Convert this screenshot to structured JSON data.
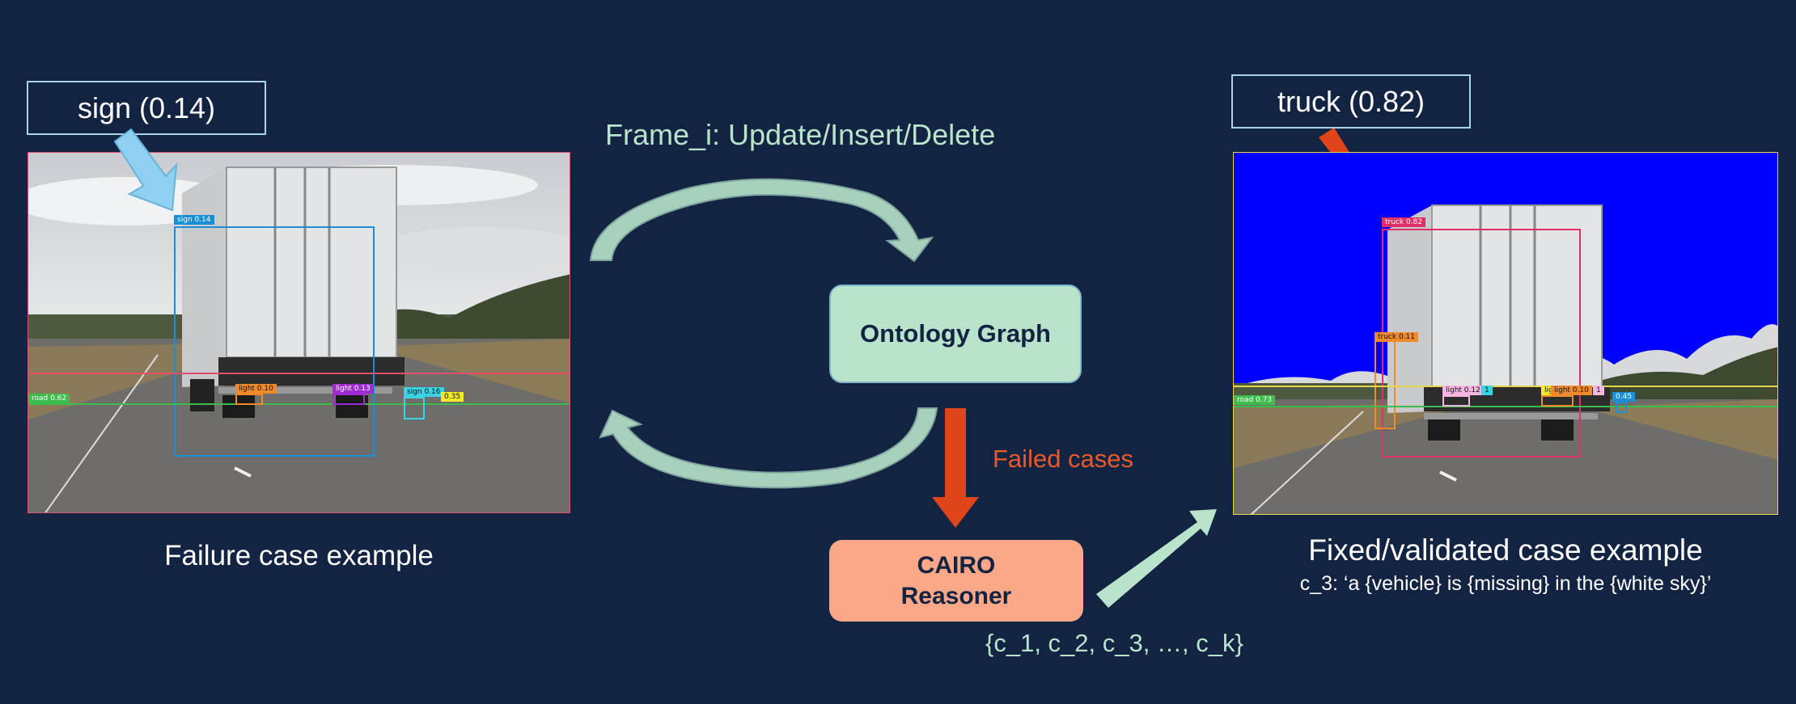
{
  "left_panel": {
    "callout": "sign (0.14)",
    "caption": "Failure case example",
    "detections": {
      "sign_main": "sign  0.14",
      "road": "road  0.62",
      "light_a": "light  0.10",
      "light_b": "light  0.13",
      "sign_b": "sign  0.16",
      "misc": "0.35"
    }
  },
  "center": {
    "frame_label": "Frame_i: Update/Insert/Delete",
    "ontology_node": "Ontology Graph",
    "failed_label": "Failed cases",
    "reasoner_line1": "CAIRO",
    "reasoner_line2": "Reasoner",
    "concepts": "{c_1, c_2, c_3, …, c_k}"
  },
  "right_panel": {
    "callout": "truck (0.82)",
    "caption_title": "Fixed/validated case example",
    "caption_sub": "c_3: ‘a {vehicle} is {missing} in the {white sky}’",
    "detections": {
      "truck_main": "truck  0.82",
      "truck_b": "truck  0.11",
      "road": "road  0.73",
      "light_a": "light  0.12",
      "light_b": "light  0.10",
      "light_c": "light  0.10",
      "misc_a": "1",
      "misc_b": "1",
      "misc_c": "0.45"
    }
  },
  "colors": {
    "background": "#132342",
    "arrow_blue": "#8fd0f0",
    "arrow_orange": "#e0441a",
    "arrow_green": "#b9e4cb",
    "ontology_fill": "#b9e4cb",
    "reasoner_fill": "#fba888",
    "sky_blue": "#0000ff"
  }
}
